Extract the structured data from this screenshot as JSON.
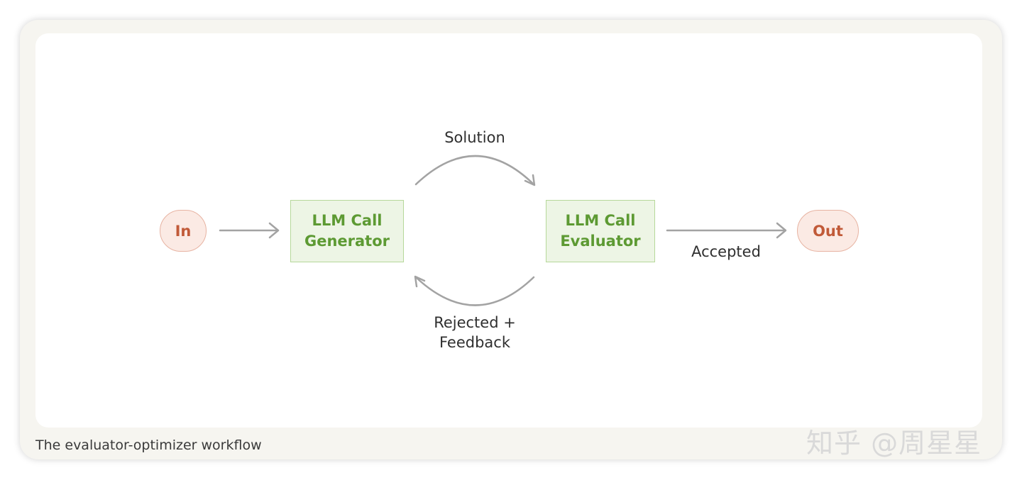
{
  "nodes": {
    "input": "In",
    "generator": {
      "line1": "LLM Call",
      "line2": "Generator"
    },
    "evaluator": {
      "line1": "LLM Call",
      "line2": "Evaluator"
    },
    "output": "Out"
  },
  "edges": {
    "solution": "Solution",
    "rejected_line1": "Rejected +",
    "rejected_line2": "Feedback",
    "accepted": "Accepted"
  },
  "caption": "The evaluator-optimizer workflow",
  "watermark": "知乎 @周星星",
  "colors": {
    "io_fill": "#fbeae4",
    "io_border": "#e7b3a2",
    "io_text": "#c15a38",
    "llm_fill": "#edf5e5",
    "llm_border": "#b6d89a",
    "llm_text": "#5d9a33",
    "arrow": "#a3a3a3"
  }
}
